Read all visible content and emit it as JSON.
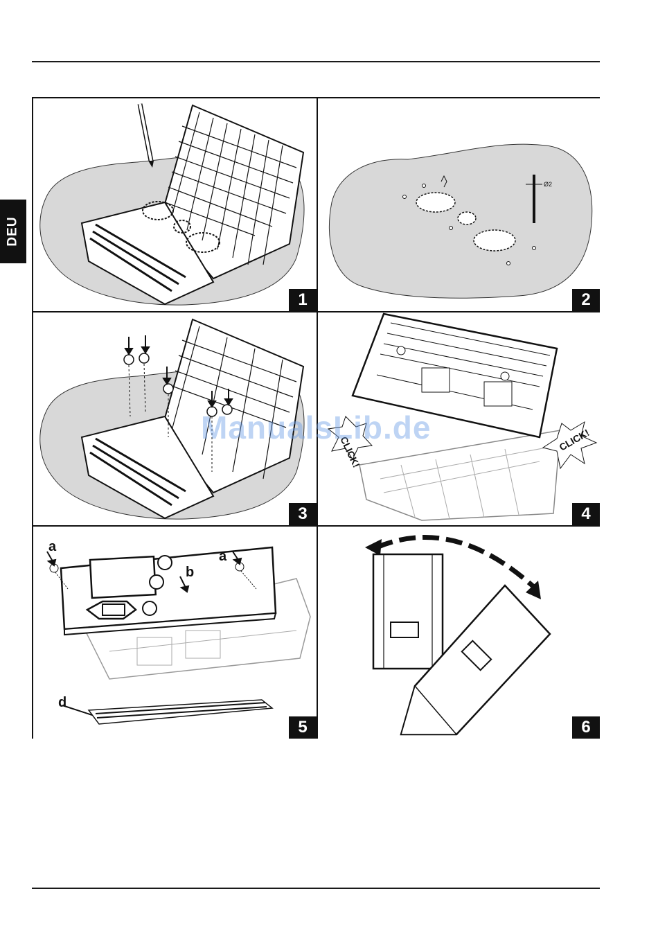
{
  "header": {
    "language_tab": "DEU"
  },
  "panels": [
    {
      "step": "1",
      "labels": []
    },
    {
      "step": "2",
      "labels": [],
      "drill_diameter": "Ø2"
    },
    {
      "step": "3",
      "labels": []
    },
    {
      "step": "4",
      "labels": [
        "CLICK!",
        "CLICK!"
      ]
    },
    {
      "step": "5",
      "labels": [
        "a",
        "a",
        "b",
        "d"
      ]
    },
    {
      "step": "6",
      "labels": []
    }
  ],
  "watermark": "ManualsLib.de",
  "colors": {
    "ink": "#111111",
    "wall": "#d8d8d8",
    "tab": "#111111",
    "watermark": "#6ea0e6"
  }
}
